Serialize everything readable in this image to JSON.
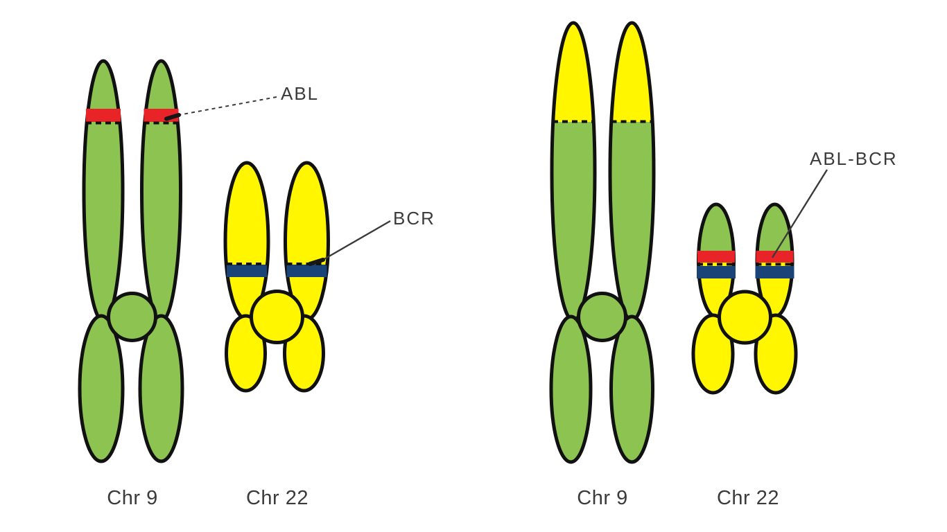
{
  "colors": {
    "green": "#8DC351",
    "yellow": "#FFF600",
    "red": "#E92429",
    "blue": "#1A4378",
    "outline": "#111111",
    "text": "#3B3B3B",
    "background": "#FFFFFF"
  },
  "panels": [
    {
      "name": "before-translocation",
      "chromosomes": [
        {
          "id": "chr9-normal",
          "label": "Chr 9"
        },
        {
          "id": "chr22-normal",
          "label": "Chr 22"
        }
      ],
      "annotations": [
        {
          "label": "ABL"
        },
        {
          "label": "BCR"
        }
      ]
    },
    {
      "name": "after-translocation",
      "chromosomes": [
        {
          "id": "chr9-derivative",
          "label": "Chr 9"
        },
        {
          "id": "chr22-philadelphia",
          "label": "Chr 22"
        }
      ],
      "annotations": [
        {
          "label": "ABL-BCR"
        }
      ]
    }
  ]
}
